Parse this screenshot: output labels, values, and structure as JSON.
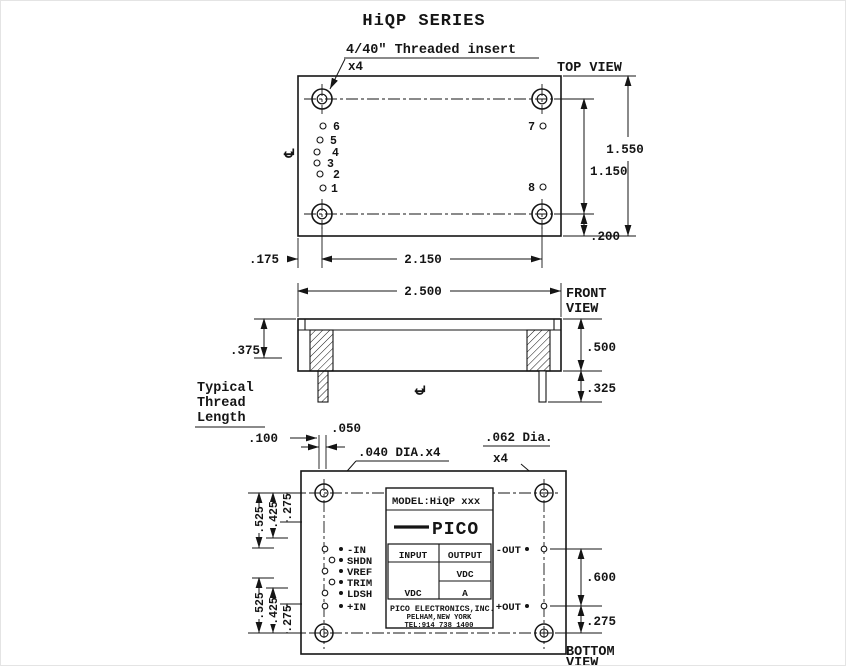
{
  "title": "HiQP SERIES",
  "top_view": {
    "label": "TOP VIEW",
    "insert_note": "4/40\" Threaded insert",
    "insert_qty": "x4",
    "pins_left": [
      "6",
      "5",
      "4",
      "3",
      "2",
      "1"
    ],
    "pin_7": "7",
    "pin_8": "8",
    "centerline_symbol": "℄",
    "dims": {
      "height_overall": "1.550",
      "hole_span_v": "1.150",
      "bottom_offset": ".200",
      "left_offset": ".175",
      "hole_span_h": "2.150"
    }
  },
  "front_view": {
    "label_line1": "FRONT",
    "label_line2": "VIEW",
    "width_overall": "2.500",
    "thread_length": ".375",
    "body_height": ".500",
    "pin_length": ".325",
    "note_line1": "Typical",
    "note_line2": "Thread",
    "note_line3": "Length",
    "centerline_symbol": "℄"
  },
  "mid_notes": {
    "dim_100": ".100",
    "dim_050": ".050",
    "pin_dia_note": ".040 DIA.x4",
    "hole_dia_note": ".062 Dia.",
    "hole_dia_qty": "x4"
  },
  "bottom_view": {
    "label_line1": "BOTTOM",
    "label_line2": "VIEW",
    "pins_left": [
      "-IN",
      "SHDN",
      "VREF",
      "TRIM",
      "LDSH",
      "+IN"
    ],
    "pins_right": [
      "-OUT",
      "+OUT"
    ],
    "dims_left_top": [
      ".525",
      ".425",
      ".275"
    ],
    "dims_left_bottom": [
      ".525",
      ".425",
      ".275"
    ],
    "dim_600": ".600",
    "dim_275": ".275",
    "label_plate": {
      "model": "MODEL:HiQP xxx",
      "brand": "PICO",
      "col_input": "INPUT",
      "col_output": "OUTPUT",
      "vdc_in": "VDC",
      "vdc_out": "VDC",
      "amp": "A",
      "company": "PICO ELECTRONICS,INC.",
      "city": "PELHAM,NEW YORK",
      "tel": "TEL:914 738 1400"
    }
  }
}
